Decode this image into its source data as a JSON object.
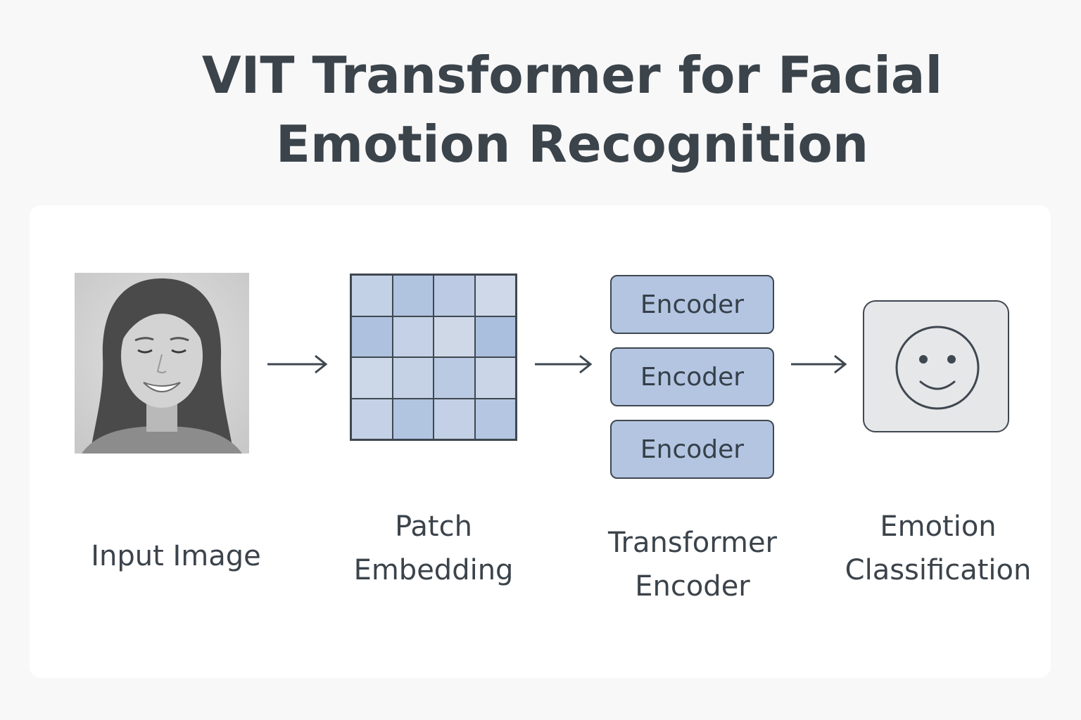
{
  "title": {
    "line1": "VIT Transformer for Facial",
    "line2": "Emotion Recognition"
  },
  "stages": {
    "input": {
      "label": "Input Image",
      "icon": "face-photo-icon"
    },
    "patch": {
      "line1": "Patch",
      "line2": "Embedding"
    },
    "encoder": {
      "line1": "Transformer",
      "line2": "Encoder",
      "blocks": [
        "Encoder",
        "Encoder",
        "Encoder"
      ]
    },
    "emotion": {
      "line1": "Emotion",
      "line2": "Classification",
      "icon": "smiley-face-icon"
    }
  },
  "patch_colors": [
    "#c3d1e6",
    "#b0c3df",
    "#bccbe3",
    "#ced8e8",
    "#aec2df",
    "#c4d1e6",
    "#cfd8e7",
    "#aabfdd",
    "#ccd7e8",
    "#c5d2e6",
    "#bbcae3",
    "#cad5e7",
    "#c4d1e6",
    "#b1c4e0",
    "#c3d0e5",
    "#b4c6e1"
  ],
  "colors": {
    "encoder_fill": "#b3c5e1",
    "stroke": "#3f4750",
    "emoji_bg": "#e6e7e9"
  }
}
